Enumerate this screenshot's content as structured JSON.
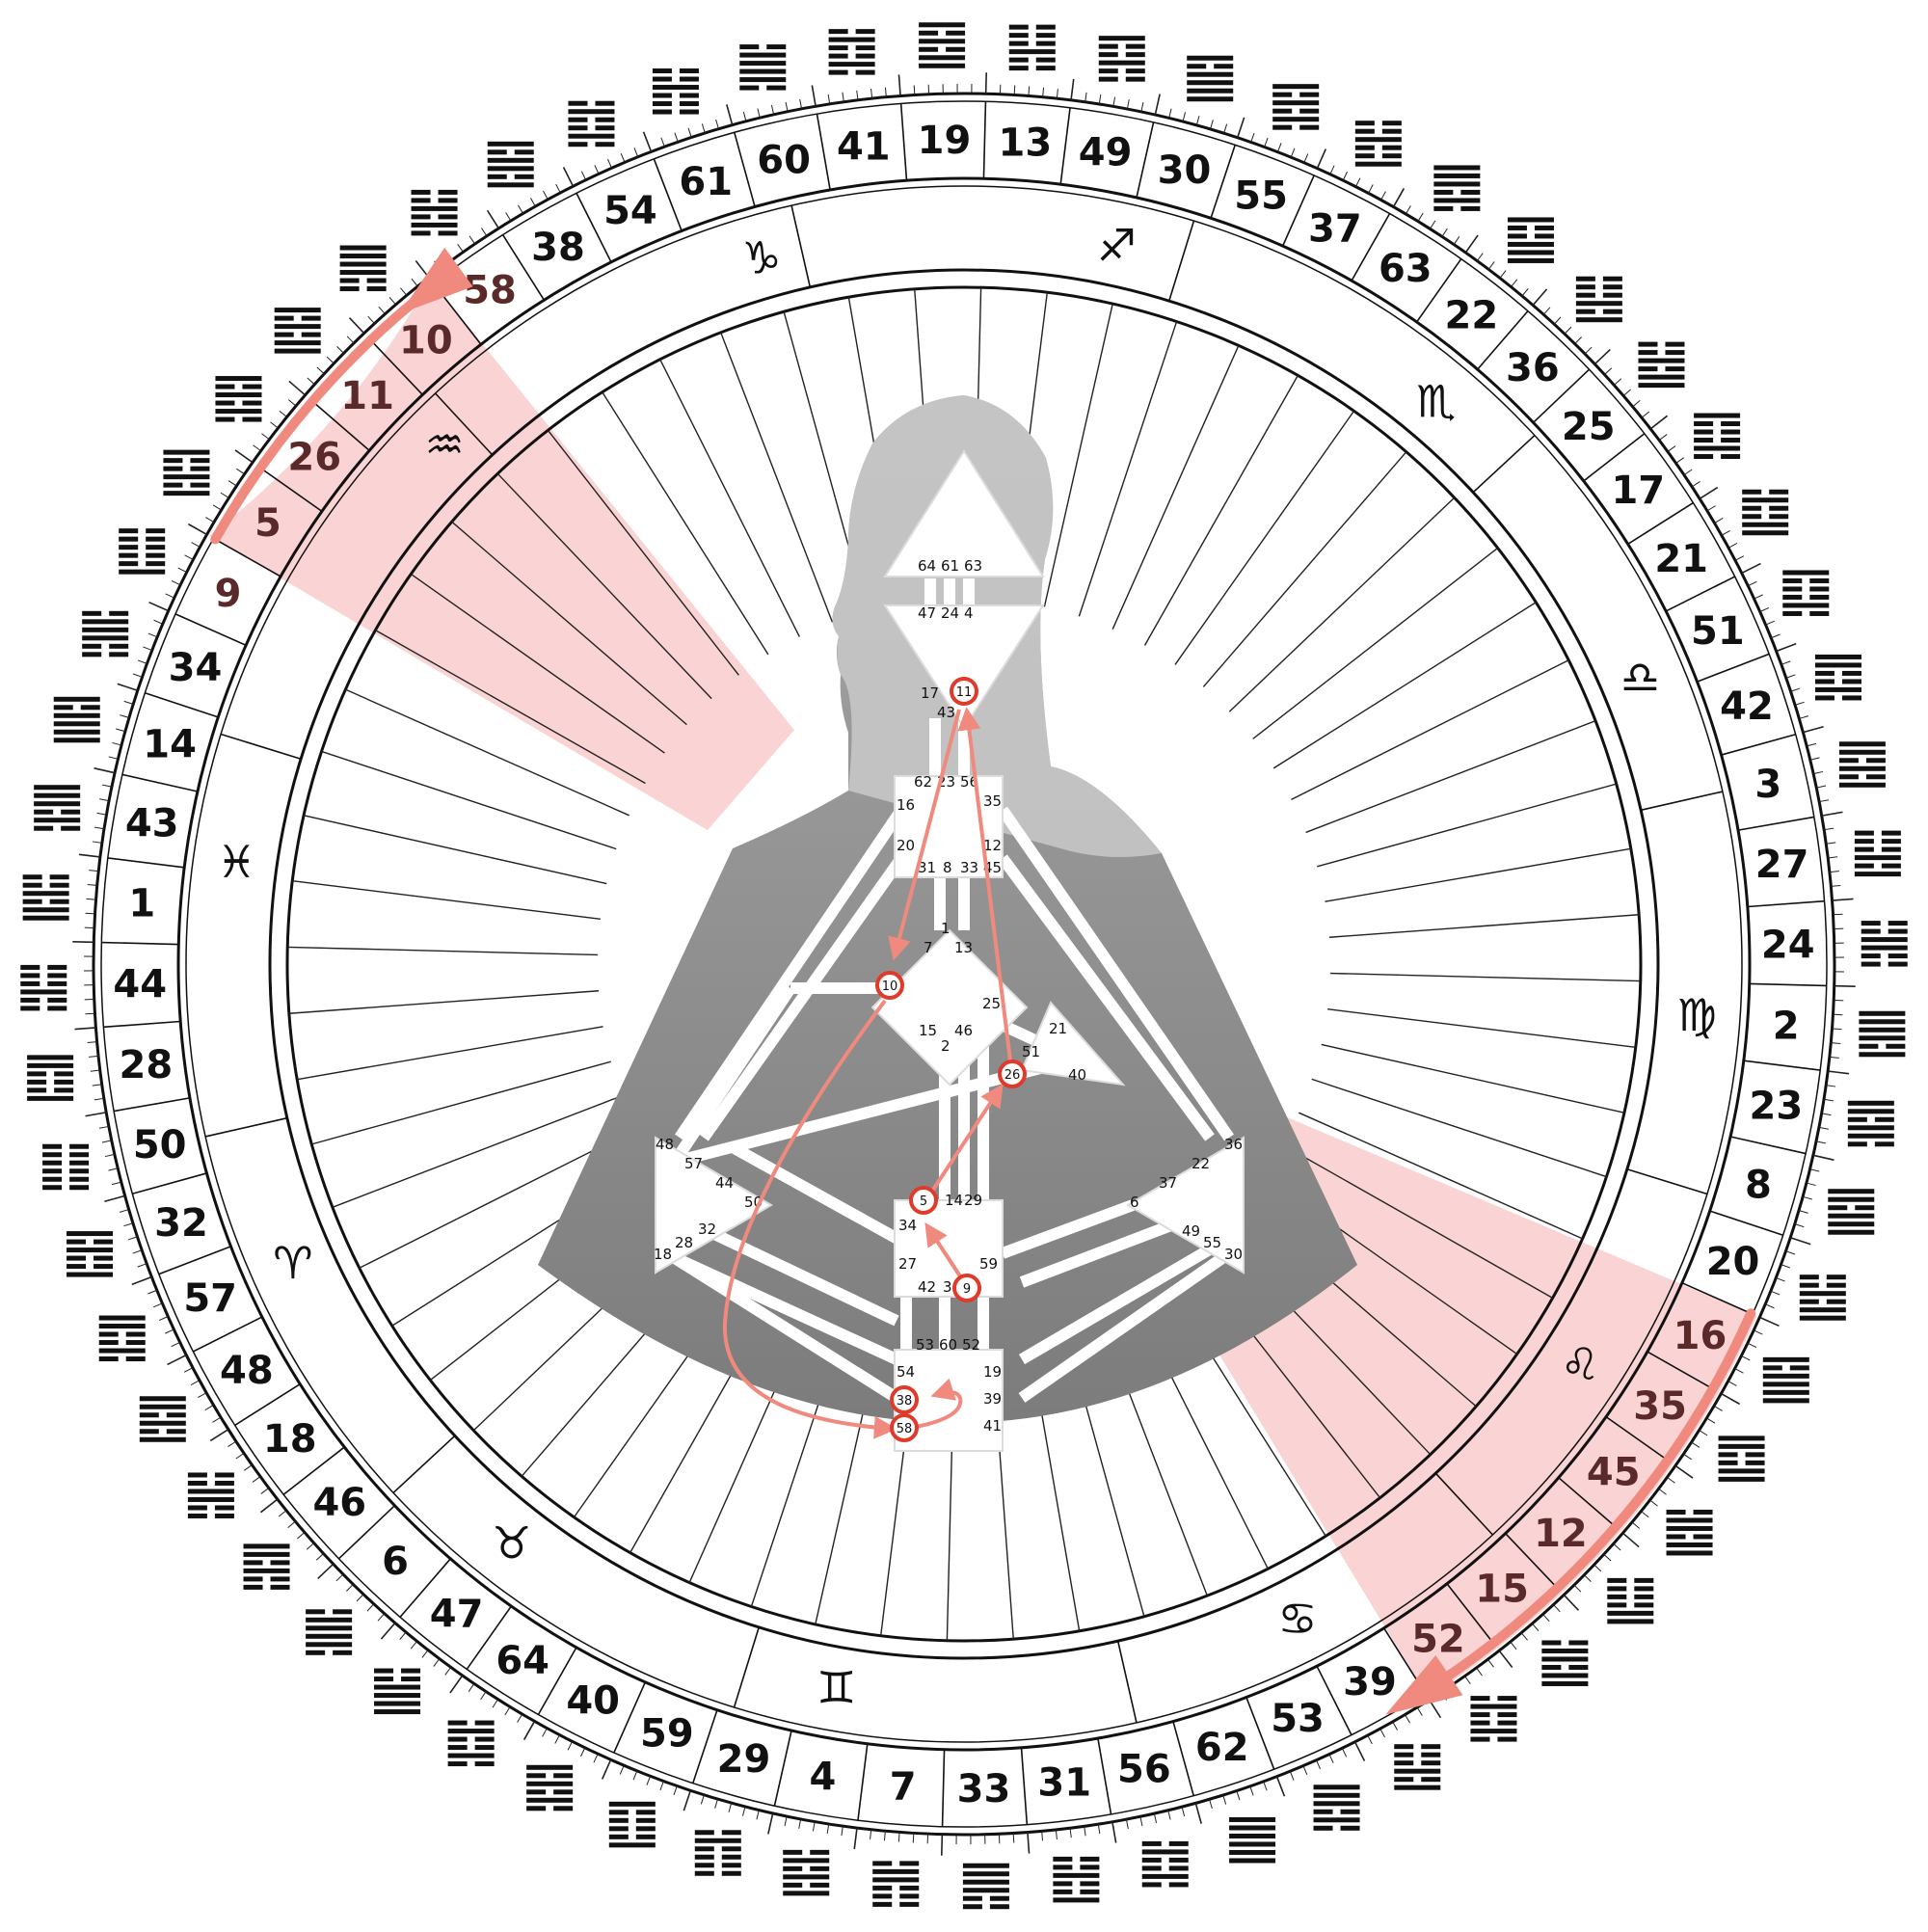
{
  "wheel": {
    "gates": [
      "41",
      "19",
      "13",
      "49",
      "30",
      "55",
      "37",
      "63",
      "22",
      "36",
      "25",
      "17",
      "21",
      "51",
      "42",
      "3",
      "27",
      "24",
      "2",
      "23",
      "8",
      "20",
      "16",
      "35",
      "45",
      "12",
      "15",
      "52",
      "39",
      "53",
      "62",
      "56",
      "31",
      "33",
      "7",
      "4",
      "29",
      "59",
      "40",
      "64",
      "47",
      "6",
      "46",
      "18",
      "48",
      "57",
      "32",
      "50",
      "28",
      "44",
      "1",
      "43",
      "14",
      "34",
      "9",
      "5",
      "26",
      "11",
      "10",
      "58",
      "38",
      "54",
      "61",
      "60"
    ],
    "highlighted_gates": [
      "58",
      "10",
      "11",
      "26",
      "5",
      "9",
      "16",
      "35",
      "45",
      "12",
      "15",
      "52"
    ],
    "signs": [
      {
        "glyph": "♒",
        "name": "aquarius"
      },
      {
        "glyph": "♓",
        "name": "pisces"
      },
      {
        "glyph": "♈",
        "name": "aries"
      },
      {
        "glyph": "♉",
        "name": "taurus"
      },
      {
        "glyph": "♊",
        "name": "gemini"
      },
      {
        "glyph": "♋",
        "name": "cancer"
      },
      {
        "glyph": "♌",
        "name": "leo"
      },
      {
        "glyph": "♍",
        "name": "virgo"
      },
      {
        "glyph": "♎",
        "name": "libra"
      },
      {
        "glyph": "♏",
        "name": "scorpio"
      },
      {
        "glyph": "♐",
        "name": "sagittarius"
      },
      {
        "glyph": "♑",
        "name": "capricorn"
      }
    ],
    "highlight_color": "#f4a0a0",
    "arrow_color": "#f08a7e"
  },
  "bodygraph": {
    "head_gates": [
      "64",
      "61",
      "63"
    ],
    "ajna_top": [
      "47",
      "24",
      "4"
    ],
    "ajna_bottom": [
      "17",
      "11",
      "43"
    ],
    "throat": [
      "62",
      "23",
      "56",
      "16",
      "35",
      "20",
      "12",
      "31",
      "8",
      "33",
      "45"
    ],
    "g_center": [
      "1",
      "7",
      "13",
      "10",
      "25",
      "15",
      "46",
      "2"
    ],
    "heart": [
      "21",
      "51",
      "26",
      "40"
    ],
    "spleen": [
      "48",
      "57",
      "44",
      "50",
      "32",
      "28",
      "18"
    ],
    "solar_plexus": [
      "36",
      "22",
      "37",
      "6",
      "49",
      "55",
      "30"
    ],
    "sacral": [
      "5",
      "14",
      "29",
      "34",
      "27",
      "59",
      "42",
      "3",
      "9"
    ],
    "root": [
      "53",
      "60",
      "52",
      "54",
      "19",
      "38",
      "39",
      "58",
      "41"
    ],
    "activated_gates": [
      "11",
      "10",
      "26",
      "5",
      "9",
      "38",
      "58"
    ],
    "figure_color": "#8c8c8c",
    "center_color": "#ffffff",
    "activation_color": "#e03a2a"
  }
}
